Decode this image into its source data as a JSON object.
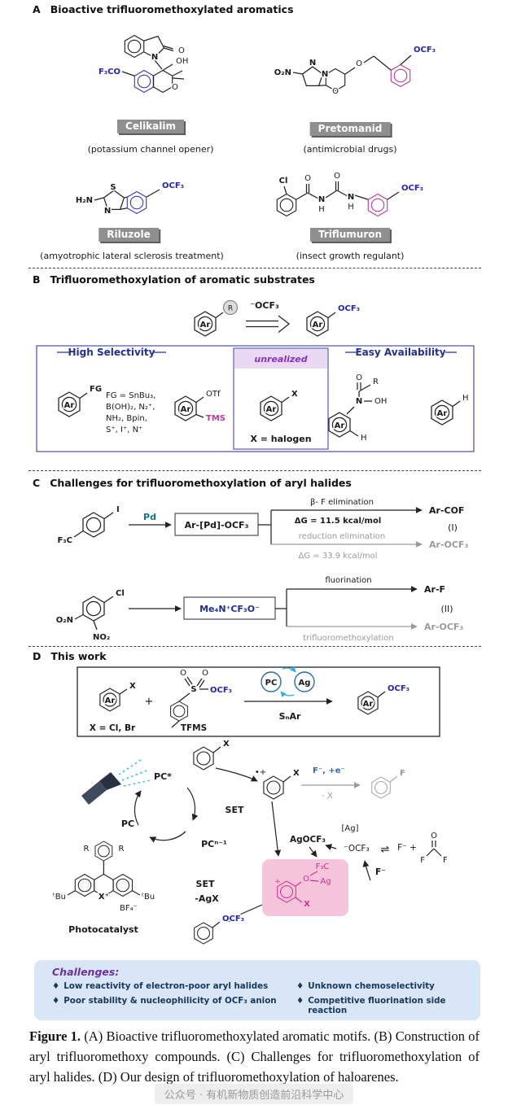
{
  "atoms": {
    "ar": "Ar",
    "o": "O",
    "n": "N",
    "s": "S",
    "h": "H",
    "x": "X",
    "r": "R",
    "f": "F",
    "cl": "Cl",
    "iodine": "I",
    "oh": "OH",
    "plus": "+",
    "ocf3": "OCF₃",
    "minus_ocf3": "⁻OCF₃",
    "f3co": "F₃CO",
    "f3c": "F₃C",
    "o2n": "O₂N",
    "no2": "NO₂",
    "h2n": "H₂N",
    "rad": "•+",
    "equil": "⇌"
  },
  "panelA": {
    "id": "A",
    "title": "Bioactive trifluoromethoxylated aromatics",
    "compounds": [
      {
        "name": "Celikalim",
        "desc": "(potassium channel opener)"
      },
      {
        "name": "Pretomanid",
        "desc": "(antimicrobial drugs)"
      },
      {
        "name": "Riluzole",
        "desc": "(amyotrophic lateral sclerosis treatment)"
      },
      {
        "name": "Triflumuron",
        "desc": "(insect growth regulant)"
      }
    ]
  },
  "panelB": {
    "id": "B",
    "title": "Trifluoromethoxylation of aromatic substrates",
    "high_selectivity": "High Selectivity",
    "easy_availability": "Easy Availability",
    "unrealized": "unrealized",
    "x_halogen": "X = halogen",
    "fg": "FG",
    "fg_line1": "FG = SnBu₃,",
    "fg_line2": "B(OH)₂, N₂⁺,",
    "fg_line3": "NH₂, Bpin,",
    "fg_line4": "S⁺, I⁺, N⁺",
    "otf": "OTf",
    "tms": "TMS"
  },
  "panelC": {
    "id": "C",
    "title": "Challenges for trifluoromethoxylation of aryl halides",
    "pd": "Pd",
    "pd_complex": "Ar-[Pd]-OCF₃",
    "beta_elimination": "β- F elimination",
    "dg1": "ΔG = 11.5 kcal/mol",
    "ar_cof": "Ar-COF",
    "reduction_elimination": "reduction elimination",
    "dg2": "ΔG = 33.9 kcal/mol",
    "ar_ocf3": "Ar-OCF₃",
    "label_i": "(I)",
    "label_ii": "(II)",
    "reagent": "Me₄N⁺CF₃O⁻",
    "fluorination": "fluorination",
    "ar_f": "Ar-F",
    "trifluoromethoxylation": "trifluoromethoxylation"
  },
  "panelD": {
    "id": "D",
    "title": "This work",
    "x_cl_br": "X = Cl, Br",
    "tfms": "TFMS",
    "pc": "PC",
    "ag": "Ag",
    "snar": "SₙAr",
    "pc_star": "PC*",
    "pc_n1": "PCⁿ⁻¹",
    "set": "SET",
    "minus_agx": "-AgX",
    "f_plus_e": "F⁻, +e⁻",
    "minus_x": "- X",
    "ag_cat": "[Ag]",
    "agocf3": "AgOCF₃",
    "f_minus_plus": "F⁻ +",
    "f_minus": "F⁻",
    "tbu": "ᵗBu",
    "bf4": "BF₄⁻",
    "x_plus": "X⁺",
    "r": "R",
    "photocatalyst": "Photocatalyst",
    "challenges_title": "Challenges:",
    "bullet": "♦",
    "challenges": [
      "Low reactivity of electron-poor aryl halides",
      "Unknown chemoselectivity",
      "Poor stability & nucleophilicity of OCF₃ anion",
      "Competitive fluorination side reaction"
    ]
  },
  "caption": {
    "bold": "Figure 1.",
    "text": " (A) Bioactive trifluoromethoxylated aromatic motifs. (B) Construction of aryl trifluoromethoxy compounds. (C) Challenges for trifluoromethoxylation of aryl halides. (D) Our design of trifluoromethoxylation of haloarenes."
  },
  "watermark": "公众号 · 有机新物质创造前沿科学中心"
}
